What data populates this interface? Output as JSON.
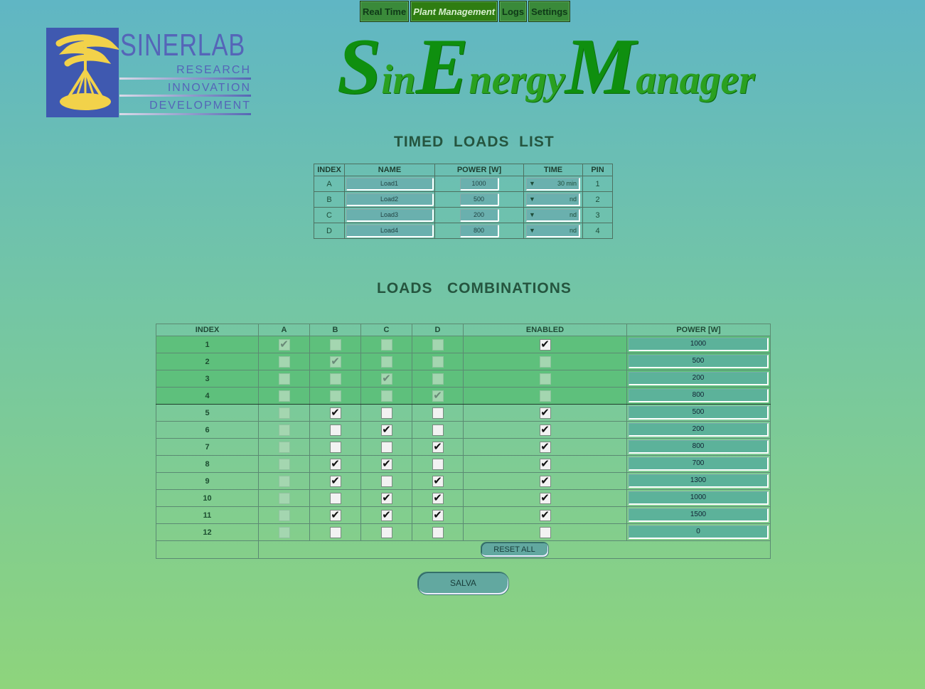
{
  "nav": {
    "tabs": [
      {
        "label": "Real Time",
        "active": false
      },
      {
        "label": "Plant Management",
        "active": true
      },
      {
        "label": "Logs",
        "active": false
      },
      {
        "label": "Settings",
        "active": false
      }
    ]
  },
  "logo": {
    "name": "SINERLAB",
    "line1": "RESEARCH",
    "line2": "INNOVATION",
    "line3": "DEVELOPMENT"
  },
  "title": {
    "p1": "S",
    "p2": "in",
    "p3": "E",
    "p4": "nergy",
    "p5": "M",
    "p6": "anager"
  },
  "timed": {
    "heading": "TIMED  LOADS  LIST",
    "headers": [
      "INDEX",
      "NAME",
      "POWER [W]",
      "TIME",
      "PIN"
    ],
    "rows": [
      {
        "index": "A",
        "name": "Load1",
        "power": "1000",
        "time": "30 min",
        "pin": "1"
      },
      {
        "index": "B",
        "name": "Load2",
        "power": "500",
        "time": "nd",
        "pin": "2"
      },
      {
        "index": "C",
        "name": "Load3",
        "power": "200",
        "time": "nd",
        "pin": "3"
      },
      {
        "index": "D",
        "name": "Load4",
        "power": "800",
        "time": "nd",
        "pin": "4"
      }
    ]
  },
  "combos": {
    "heading": "LOADS   COMBINATIONS",
    "headers": [
      "INDEX",
      "A",
      "B",
      "C",
      "D",
      "ENABLED",
      "POWER [W]"
    ],
    "rows": [
      {
        "index": "1",
        "a": true,
        "b": false,
        "c": false,
        "d": false,
        "enabled": true,
        "power": "1000"
      },
      {
        "index": "2",
        "a": false,
        "b": true,
        "c": false,
        "d": false,
        "enabled": false,
        "power": "500"
      },
      {
        "index": "3",
        "a": false,
        "b": false,
        "c": true,
        "d": false,
        "enabled": false,
        "power": "200"
      },
      {
        "index": "4",
        "a": false,
        "b": false,
        "c": false,
        "d": true,
        "enabled": false,
        "power": "800"
      },
      {
        "index": "5",
        "a": false,
        "b": true,
        "c": false,
        "d": false,
        "enabled": true,
        "power": "500"
      },
      {
        "index": "6",
        "a": false,
        "b": false,
        "c": true,
        "d": false,
        "enabled": true,
        "power": "200"
      },
      {
        "index": "7",
        "a": false,
        "b": false,
        "c": false,
        "d": true,
        "enabled": true,
        "power": "800"
      },
      {
        "index": "8",
        "a": false,
        "b": true,
        "c": true,
        "d": false,
        "enabled": true,
        "power": "700"
      },
      {
        "index": "9",
        "a": false,
        "b": true,
        "c": false,
        "d": true,
        "enabled": true,
        "power": "1300"
      },
      {
        "index": "10",
        "a": false,
        "b": false,
        "c": true,
        "d": true,
        "enabled": true,
        "power": "1000"
      },
      {
        "index": "11",
        "a": false,
        "b": true,
        "c": true,
        "d": true,
        "enabled": true,
        "power": "1500"
      },
      {
        "index": "12",
        "a": false,
        "b": false,
        "c": false,
        "d": false,
        "enabled": false,
        "power": "0"
      }
    ],
    "reset_label": "RESET ALL"
  },
  "save_label": "SALVA",
  "icons": {
    "dropdown": "dropdown-arrow-icon",
    "check": "checkmark-icon"
  }
}
